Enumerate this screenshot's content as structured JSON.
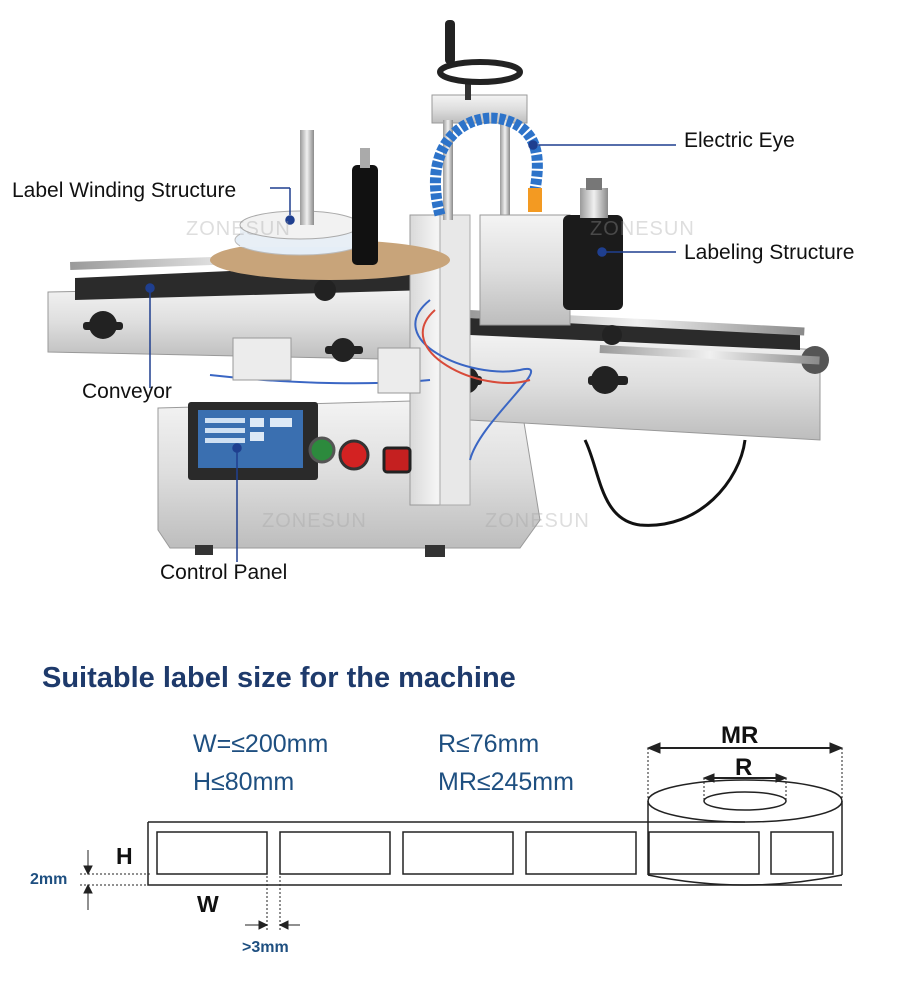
{
  "callouts": {
    "electric_eye": "Electric Eye",
    "label_winding_structure": "Label Winding Structure",
    "labeling_structure": "Labeling Structure",
    "conveyor": "Conveyor",
    "control_panel": "Control Panel"
  },
  "watermark": "ZONESUN",
  "section": {
    "title": "Suitable label size for the machine",
    "specs": {
      "width": "W=≤200mm",
      "radius": "R≤76mm",
      "height": "H≤80mm",
      "max_radius": "MR≤245mm"
    }
  },
  "dimensions": {
    "mr": "MR",
    "r": "R",
    "h": "H",
    "w": "W",
    "gap_vertical": "2mm",
    "gap_horizontal": ">3mm"
  },
  "colors": {
    "title": "#1e3a6b",
    "spec_text": "#1e4f80",
    "callout_line": "#1f3f8f",
    "callout_dot": "#1f3f8f"
  }
}
